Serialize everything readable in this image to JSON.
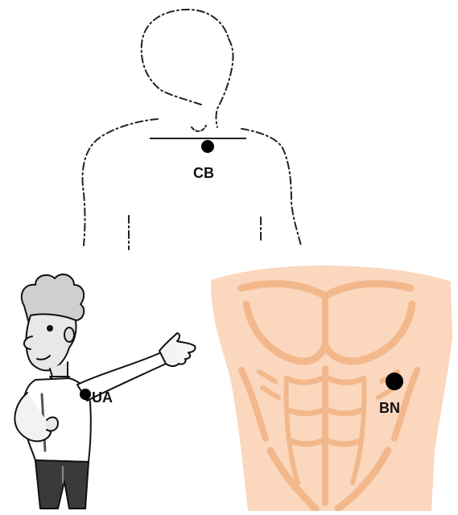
{
  "markers": {
    "cb": {
      "label": "CB"
    },
    "ua": {
      "label": "UA"
    },
    "bn": {
      "label": "BN"
    }
  },
  "colors": {
    "outline": "#222222",
    "torso_skin": "#fbd7be",
    "torso_shadow": "#f2b88c",
    "marker_dot": "#000000",
    "background": "#ffffff"
  },
  "figures": {
    "outline_person": "dashed-outline-icon",
    "presenter": "cartoon-man-pointing-icon",
    "torso": "muscular-torso-icon"
  }
}
